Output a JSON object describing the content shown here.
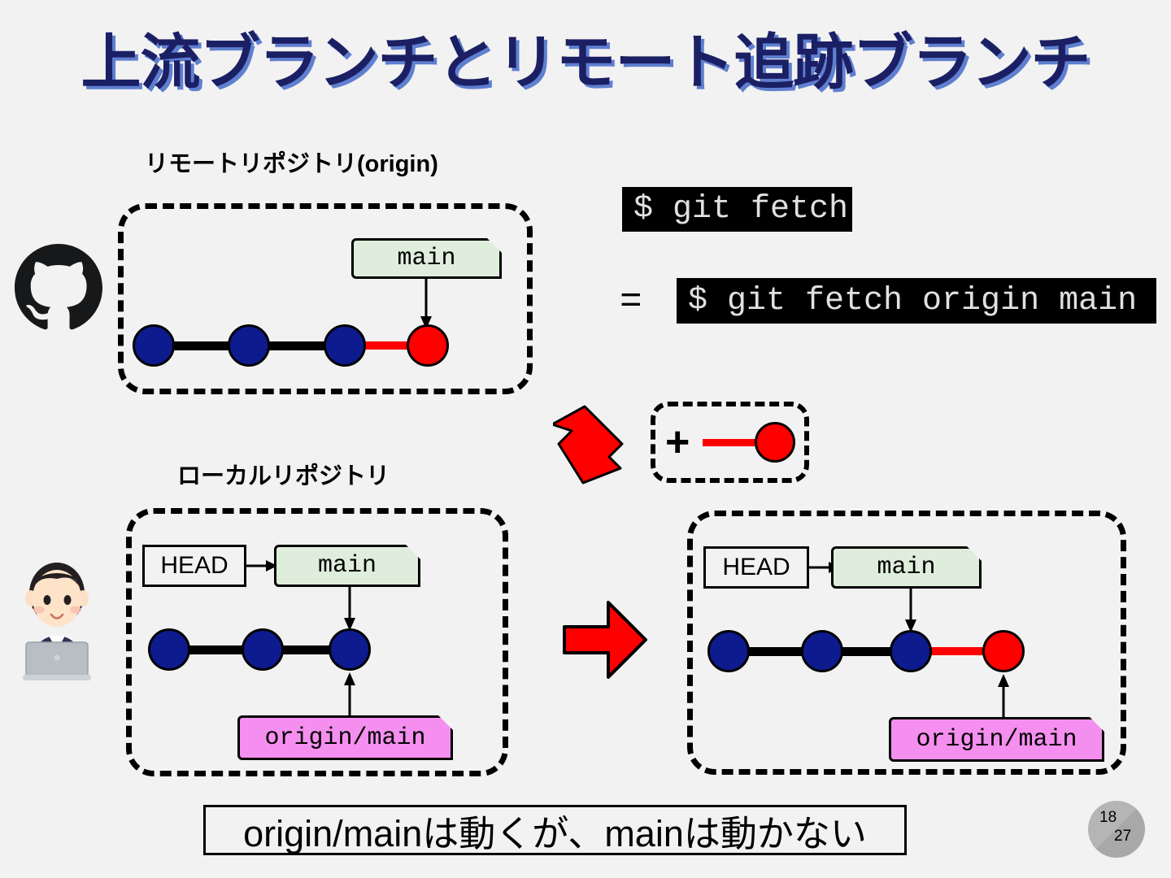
{
  "slide": {
    "title": "上流ブランチとリモート追跡ブランチ",
    "background_color": "#f2f2f2",
    "title_color": "#1b1f63",
    "title_shadow_color": "#5f7fd0"
  },
  "page_badge": {
    "current": "18",
    "total": "27"
  },
  "remote": {
    "label": "リモートリポジトリ(origin)",
    "icon": "github-octocat-icon",
    "branch_tag": "main",
    "commits": [
      {
        "color": "#0d1b8f",
        "state": "existing"
      },
      {
        "color": "#0d1b8f",
        "state": "existing"
      },
      {
        "color": "#0d1b8f",
        "state": "existing"
      },
      {
        "color": "#ff0000",
        "state": "new"
      }
    ]
  },
  "commands": {
    "short": "$ git fetch",
    "equals": "=",
    "long": "$ git fetch origin main"
  },
  "delta": {
    "plus": "+",
    "description_color": "#ff0000"
  },
  "local_before": {
    "label": "ローカルリポジトリ",
    "icon": "person-with-laptop-icon",
    "head_label": "HEAD",
    "branch_tag": "main",
    "tracking_tag": "origin/main",
    "commits": [
      {
        "color": "#0d1b8f",
        "state": "existing"
      },
      {
        "color": "#0d1b8f",
        "state": "existing"
      },
      {
        "color": "#0d1b8f",
        "state": "existing"
      }
    ]
  },
  "local_after": {
    "head_label": "HEAD",
    "branch_tag": "main",
    "tracking_tag": "origin/main",
    "commits": [
      {
        "color": "#0d1b8f",
        "state": "existing"
      },
      {
        "color": "#0d1b8f",
        "state": "existing"
      },
      {
        "color": "#0d1b8f",
        "state": "existing"
      },
      {
        "color": "#ff0000",
        "state": "fetched"
      }
    ]
  },
  "caption": "origin/mainは動くが、mainは動かない",
  "colors": {
    "commit_blue": "#0d1b8f",
    "commit_red": "#ff0000",
    "branch_tag_green": "#dfeedc",
    "tracking_tag_magenta": "#f58fef",
    "arrow_red": "#ff0000"
  }
}
